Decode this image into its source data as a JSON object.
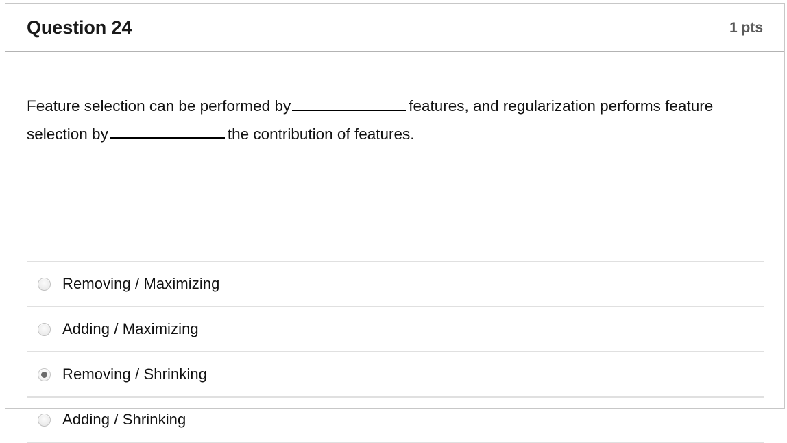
{
  "question": {
    "title": "Question 24",
    "points": "1 pts",
    "text": {
      "segment_1": "Feature selection can be performed by",
      "blank_1": "",
      "segment_2": "features, and regularization performs feature selection by",
      "blank_2": "",
      "segment_3": "the contribution of features."
    },
    "answers": [
      {
        "label": "Removing / Maximizing",
        "selected": false
      },
      {
        "label": "Adding / Maximizing",
        "selected": false
      },
      {
        "label": "Removing / Shrinking",
        "selected": true
      },
      {
        "label": "Adding / Shrinking",
        "selected": false
      }
    ]
  },
  "colors": {
    "card_border": "#c7c7c7",
    "header_divider": "#b3b3b3",
    "row_divider": "#e0e0e0",
    "text": "#111111",
    "points_text": "#5a5a5a",
    "radio_dot": "#6b6b6b"
  }
}
